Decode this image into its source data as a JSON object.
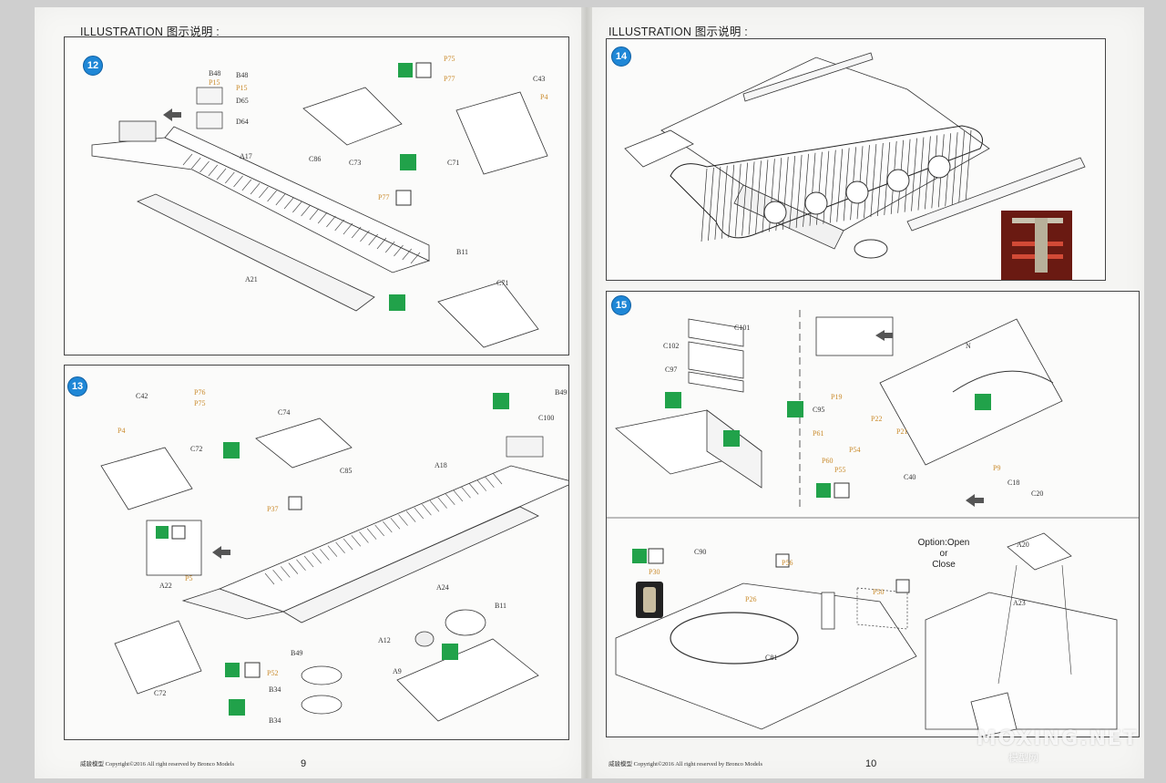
{
  "pages": [
    {
      "heading": "ILLUSTRATION 图示说明 :",
      "number": "9",
      "footer": "威骏模型  Copyright©2016  All right reserved by Bronco Models",
      "steps": [
        {
          "number": "12",
          "labels": [
            "B48",
            "B48",
            "P15",
            "P15",
            "D65",
            "D64",
            "A17",
            "C86",
            "C73",
            "C71",
            "P75",
            "P77",
            "C43",
            "P4",
            "P77",
            "B11",
            "C71",
            "A21"
          ]
        },
        {
          "number": "13",
          "labels": [
            "C42",
            "P76",
            "P75",
            "P4",
            "C72",
            "C74",
            "B49",
            "C100",
            "A18",
            "C85",
            "P37",
            "A22",
            "P5",
            "A24",
            "C72",
            "B11",
            "A12",
            "A9",
            "B49",
            "P52",
            "B34",
            "B34"
          ]
        }
      ]
    },
    {
      "heading": "ILLUSTRATION 图示说明 :",
      "number": "10",
      "footer": "威骏模型  Copyright©2016  All right reserved by Bronco Models",
      "steps": [
        {
          "number": "14",
          "labels": []
        },
        {
          "number": "15",
          "labels": [
            "C101",
            "C102",
            "C97",
            "N",
            "P19",
            "C95",
            "P22",
            "P21",
            "P61",
            "P54",
            "P60",
            "P55",
            "C40",
            "P9",
            "C18",
            "C20",
            "C90",
            "P30",
            "P56",
            "P26",
            "P50",
            "C81",
            "A20",
            "A23"
          ],
          "option_text": [
            "Option:Open",
            "or",
            "Close"
          ]
        }
      ]
    }
  ],
  "watermark": {
    "main": "MOXING.NET",
    "sub": "模型网"
  },
  "icons": [
    "glue-icon",
    "bending-icon",
    "flip-icon",
    "photo-etch-icon"
  ],
  "colors": {
    "step_badge": "#1f87d6",
    "accent_green": "#21a24a",
    "etch_label": "#c98a2b"
  }
}
